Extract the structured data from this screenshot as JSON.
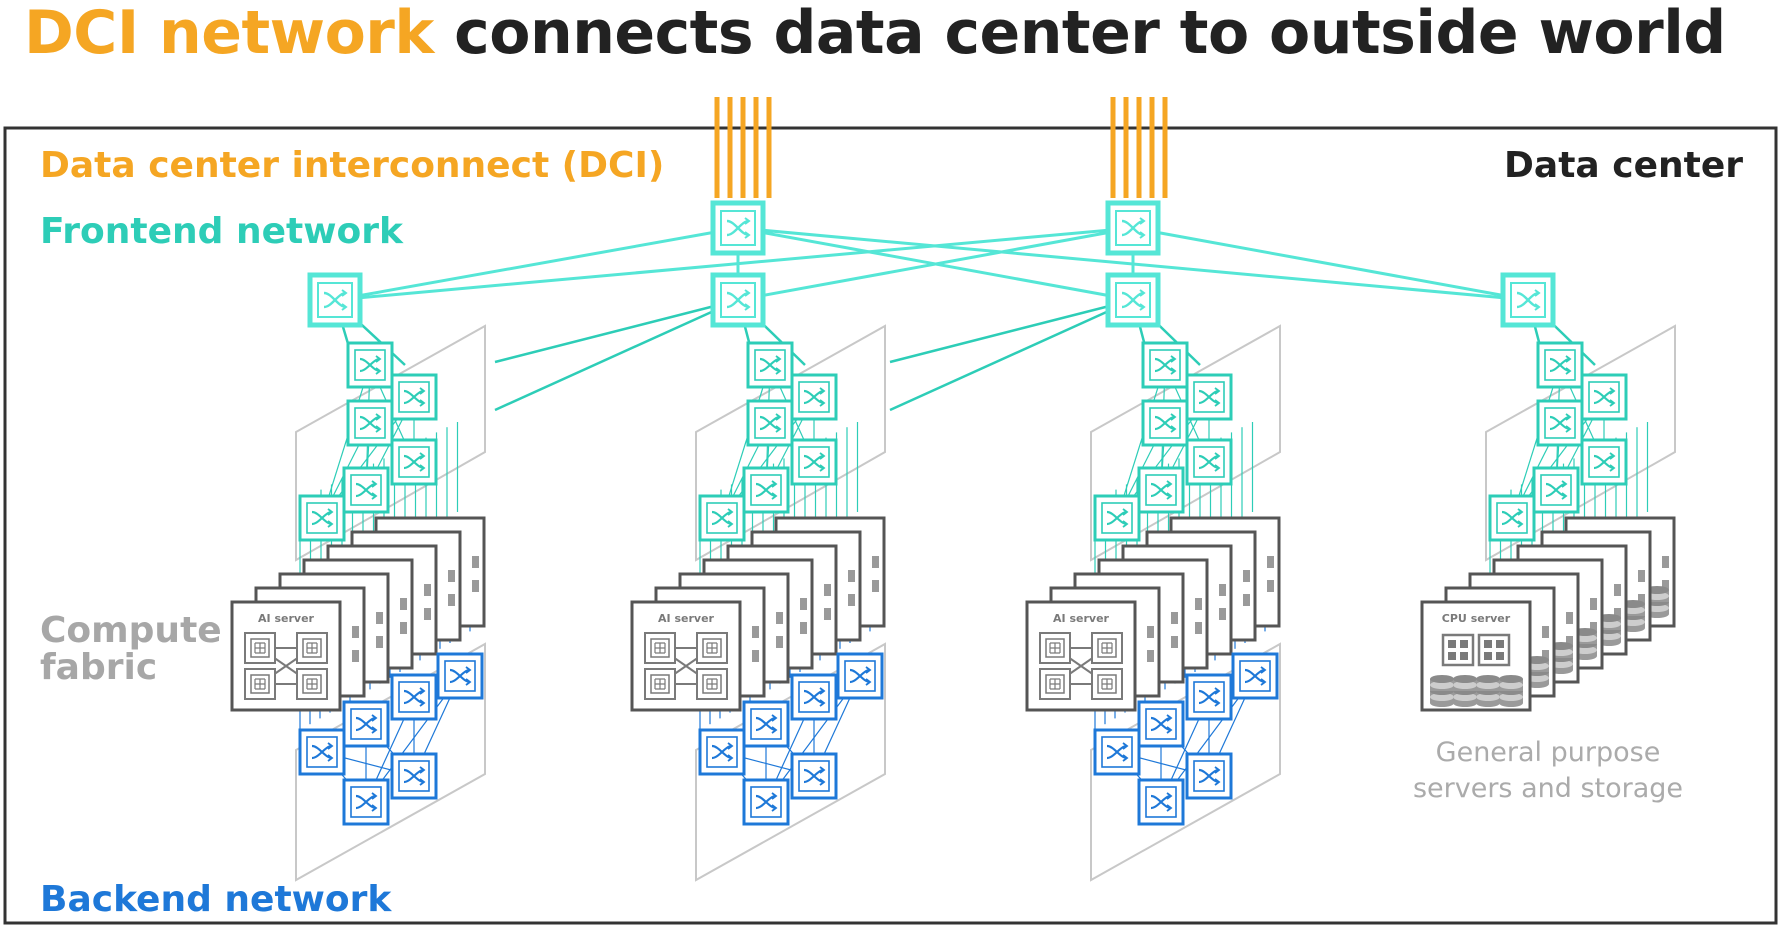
{
  "title": {
    "highlight": "DCI network",
    "rest": " connects data center to outside world"
  },
  "labels": {
    "dci": "Data center interconnect (DCI)",
    "data_center": "Data center",
    "frontend": "Frontend network",
    "compute_line1": "Compute",
    "compute_line2": "fabric",
    "backend": "Backend network",
    "general_line1": "General purpose",
    "general_line2": "servers and storage"
  },
  "clusters": [
    {
      "server_label": "AI server",
      "kind": "ai"
    },
    {
      "server_label": "AI server",
      "kind": "ai"
    },
    {
      "server_label": "AI server",
      "kind": "ai"
    },
    {
      "server_label": "CPU server",
      "kind": "cpu"
    }
  ],
  "colors": {
    "dci": "#F5A623",
    "frontend": "#2DCDB7",
    "frontend_switch": "#55E6D6",
    "backend": "#1E78D8",
    "server_border": "#555555",
    "panel_border": "#C8C8C8",
    "muted_text": "#A7A7A7",
    "title_dark": "#222222"
  },
  "icons": {
    "switch": "switch-crossed-arrows-icon",
    "gpu": "gpu-chip-icon",
    "cpu": "cpu-chip-icon",
    "storage": "disk-stack-icon"
  }
}
